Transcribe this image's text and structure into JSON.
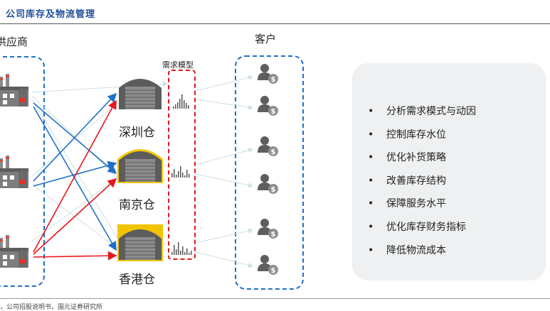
{
  "header": {
    "title": "公司库存及物流管理"
  },
  "labels": {
    "supplier": "供应商",
    "customer": "客户",
    "demand_model": "需求模型"
  },
  "warehouses": [
    {
      "name": "深圳仓",
      "roof_color": "#9b9b9b"
    },
    {
      "name": "南京仓",
      "roof_color": "#f2c400"
    },
    {
      "name": "香港仓",
      "roof_color": "#f2c400"
    }
  ],
  "goals": [
    "分析需求模式与动因",
    "控制库存水位",
    "优化补货策略",
    "改善库存结构",
    "保障服务水平",
    "优化库存财务指标",
    "降低物流成本"
  ],
  "footer": {
    "source": "，公司招股说明书，国元证券研究所"
  },
  "colors": {
    "blue_arrow": "#1f6fc8",
    "red_arrow": "#e8161b",
    "dashed_blue": "#1f6fc8",
    "dashed_red": "#e8161b"
  }
}
